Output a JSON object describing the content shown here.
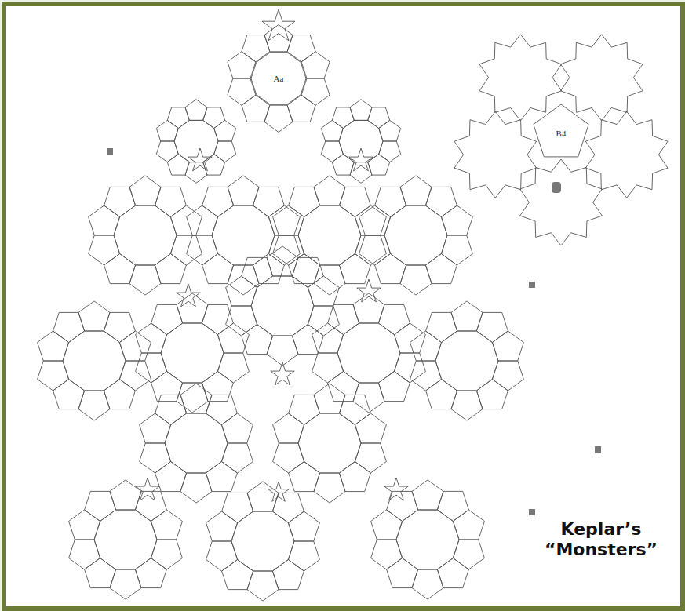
{
  "diagram": {
    "caption": "Keplar’s “Monsters”",
    "nodes": [
      {
        "text": [
          "Aa"
        ]
      },
      {
        "text": [
          "B4"
        ]
      }
    ]
  }
}
